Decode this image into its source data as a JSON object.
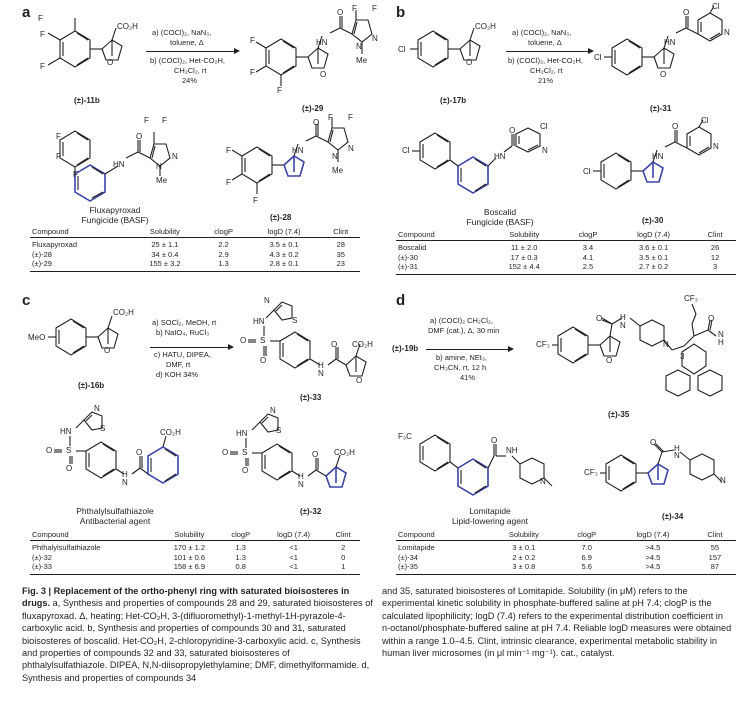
{
  "panels": {
    "a": {
      "label": "a",
      "start": "(±)-11b",
      "conditions": [
        "a) (COCl)₂, NaN₃,",
        "toluene, Δ",
        "b) (COCl)₂, Het-CO₂H,",
        "CH₂Cl₂, rt",
        "24%"
      ],
      "product": "(±)-29",
      "drug_name": "Fluxapyroxad",
      "drug_use": "Fungicide (BASF)",
      "analog": "(±)-28",
      "table": {
        "headers": [
          "Compound",
          "Solubility",
          "clogP",
          "logD (7.4)",
          "Clint"
        ],
        "rows": [
          [
            "Fluxapyroxad",
            "25 ± 1.1",
            "2.2",
            "3.5 ± 0.1",
            "28"
          ],
          [
            "(±)-28",
            "34 ± 0.4",
            "2.9",
            "4.3 ± 0.2",
            "35"
          ],
          [
            "(±)-29",
            "155 ± 3.2",
            "1.3",
            "2.8 ± 0.1",
            "23"
          ]
        ]
      }
    },
    "b": {
      "label": "b",
      "start": "(±)-17b",
      "conditions": [
        "a) (COCl)₂, NaN₃,",
        "toluene, Δ",
        "b) (COCl)₂, Het-CO₂H,",
        "CH₂Cl₂, rt",
        "21%"
      ],
      "product": "(±)-31",
      "drug_name": "Boscalid",
      "drug_use": "Fungicide (BASF)",
      "analog": "(±)-30",
      "table": {
        "headers": [
          "Compound",
          "Solubility",
          "clogP",
          "logD (7.4)",
          "Clint"
        ],
        "rows": [
          [
            "Boscalid",
            "11 ± 2.0",
            "3.4",
            "3.6 ± 0.1",
            "26"
          ],
          [
            "(±)-30",
            "17 ± 0.3",
            "4.1",
            "3.5 ± 0.1",
            "12"
          ],
          [
            "(±)-31",
            "152 ± 4.4",
            "2.5",
            "2.7 ± 0.2",
            "3"
          ]
        ]
      }
    },
    "c": {
      "label": "c",
      "start": "(±)-16b",
      "conditions": [
        "a) SOCl₂, MeOH, rt",
        "b) NaIO₄, RuCl₃",
        "c) HATU, DIPEA,",
        "DMF, rt",
        "d) KOH 34%"
      ],
      "product": "(±)-33",
      "drug_name": "Phthalylsulfathiazole",
      "drug_use": "Antibacterial agent",
      "analog": "(±)-32",
      "table": {
        "headers": [
          "Compound",
          "Solubility",
          "clogP",
          "logD (7.4)",
          "Clint"
        ],
        "rows": [
          [
            "Phthalylsulfathiazole",
            "170 ± 1.2",
            "1.3",
            "<1",
            "2"
          ],
          [
            "(±)-32",
            "101 ± 0.6",
            "1.3",
            "<1",
            "0"
          ],
          [
            "(±)-33",
            "158 ± 6.9",
            "0.8",
            "<1",
            "1"
          ]
        ]
      }
    },
    "d": {
      "label": "d",
      "start": "(±)-19b",
      "conditions": [
        "a) (COCl)₂ CH₂Cl₂,",
        "DMF (cat.), Δ, 30 min",
        "b) amine, NEt₃,",
        "CH₃CN, rt, 12 h",
        "41%"
      ],
      "product": "(±)-35",
      "drug_name": "Lomitapide",
      "drug_use": "Lipid-lowering agent",
      "analog": "(±)-34",
      "table": {
        "headers": [
          "Compound",
          "Solubility",
          "clogP",
          "logD (7.4)",
          "Clint"
        ],
        "rows": [
          [
            "Lomitapide",
            "3 ± 0.1",
            "7.0",
            ">4.5",
            "55"
          ],
          [
            "(±)-34",
            "2 ± 0.2",
            "6.9",
            ">4.5",
            "157"
          ],
          [
            "(±)-35",
            "3 ± 0.8",
            "5.6",
            ">4.5",
            "87"
          ]
        ]
      }
    }
  },
  "atoms": {
    "F": "F",
    "Cl": "Cl",
    "N": "N",
    "O": "O",
    "H": "H",
    "S": "S",
    "HN": "HN",
    "NH": "NH",
    "Me": "Me",
    "CO2H": "CO₂H",
    "MeO": "MeO",
    "CF3": "CF₃",
    "F3C": "F₃C",
    "CF3b": "CF₃",
    "n3": "3"
  },
  "caption": {
    "left_bold": "Fig. 3 | Replacement of the ortho-phenyl ring with saturated bioisosteres in drugs.",
    "left": " a, Synthesis and properties of compounds 28 and 29, saturated bioisosteres of fluxapyroxad. Δ, heating; Het-CO₂H, 3-(difluoromethyl)-1-methyl-1H-pyrazole-4-carboxylic acid. b, Synthesis and properties of compounds 30 and 31, saturated bioisosteres of boscalid. Het-CO₂H, 2-chloropyridine-3-carboxylic acid. c, Synthesis and properties of compounds 32 and 33, saturated bioisosteres of phthalylsulfathiazole. DIPEA, N,N-diisopropylethylamine; DMF, dimethylformamide. d, Synthesis and properties of compounds 34",
    "right": "and 35, saturated bioisosteres of Lomitapide. Solubility (in μM) refers to the experimental kinetic solubility in phosphate-buffered saline at pH 7.4; clogP is the calculated lipophilicity; logD (7.4) refers to the experimental distribution coefficient in n-octanol/phosphate-buffered saline at pH 7.4. Reliable logD measures were obtained within a range 1.0–4.5. Clint, intrinsic clearance, experimental metabolic stability in human liver microsomes (in μl min⁻¹ mg⁻¹). cat., catalyst."
  }
}
